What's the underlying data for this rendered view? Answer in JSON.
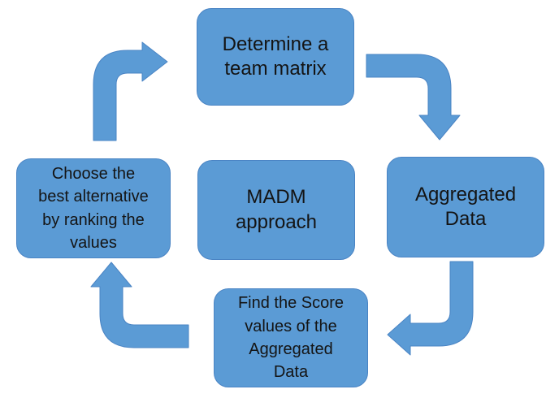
{
  "diagram": {
    "colors": {
      "shape_fill": "#5b9bd5",
      "shape_stroke": "#4a84c4",
      "text": "#141414",
      "background": "#ffffff"
    },
    "center": {
      "label": "MADM\napproach"
    },
    "steps": [
      {
        "id": "determine",
        "label": "Determine a\nteam matrix"
      },
      {
        "id": "aggregated",
        "label": "Aggregated\nData"
      },
      {
        "id": "score",
        "label": "Find the Score\nvalues of the\nAggregated\nData"
      },
      {
        "id": "choose",
        "label": "Choose the\nbest alternative\nby ranking the\nvalues"
      }
    ],
    "arrows": [
      {
        "from": "choose",
        "to": "determine"
      },
      {
        "from": "determine",
        "to": "aggregated"
      },
      {
        "from": "aggregated",
        "to": "score"
      },
      {
        "from": "score",
        "to": "choose"
      }
    ]
  }
}
